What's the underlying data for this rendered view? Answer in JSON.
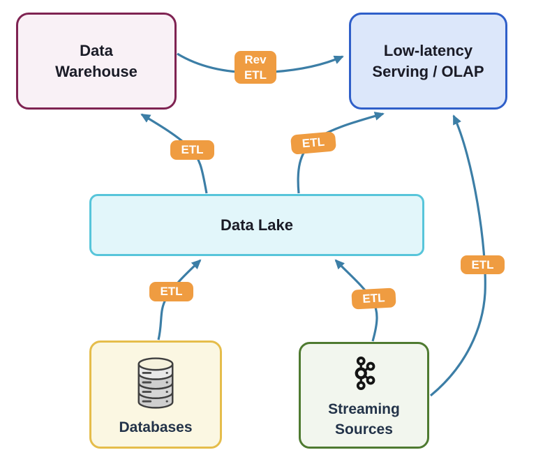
{
  "diagram": {
    "nodes": {
      "data_warehouse": {
        "label": "Data\nWarehouse",
        "border_color": "#7f2352",
        "fill_color": "#f9f1f6"
      },
      "low_latency_olap": {
        "label": "Low-latency\nServing / OLAP",
        "border_color": "#2f5fc9",
        "fill_color": "#dce7fa"
      },
      "data_lake": {
        "label": "Data Lake",
        "border_color": "#57c5da",
        "fill_color": "#e2f6fa"
      },
      "databases": {
        "label": "Databases",
        "border_color": "#e5bd4b",
        "fill_color": "#fbf7e2",
        "icon": "database-cylinder-icon"
      },
      "streaming_sources": {
        "label": "Streaming\nSources",
        "border_color": "#4e7a30",
        "fill_color": "#f2f6ee",
        "icon": "kafka-icon"
      }
    },
    "edges": [
      {
        "from": "Data Warehouse",
        "to": "Low-latency Serving / OLAP",
        "label": "Rev ETL"
      },
      {
        "from": "Data Lake",
        "to": "Data Warehouse",
        "label": "ETL"
      },
      {
        "from": "Data Lake",
        "to": "Low-latency Serving / OLAP",
        "label": "ETL"
      },
      {
        "from": "Databases",
        "to": "Data Lake",
        "label": "ETL"
      },
      {
        "from": "Streaming Sources",
        "to": "Data Lake",
        "label": "ETL"
      },
      {
        "from": "Streaming Sources",
        "to": "Low-latency Serving / OLAP",
        "label": "ETL"
      }
    ],
    "edge_badge_color": "#ef9c41",
    "edge_badge_text_color": "#ffffff",
    "arrow_color": "#3c7ea6"
  }
}
